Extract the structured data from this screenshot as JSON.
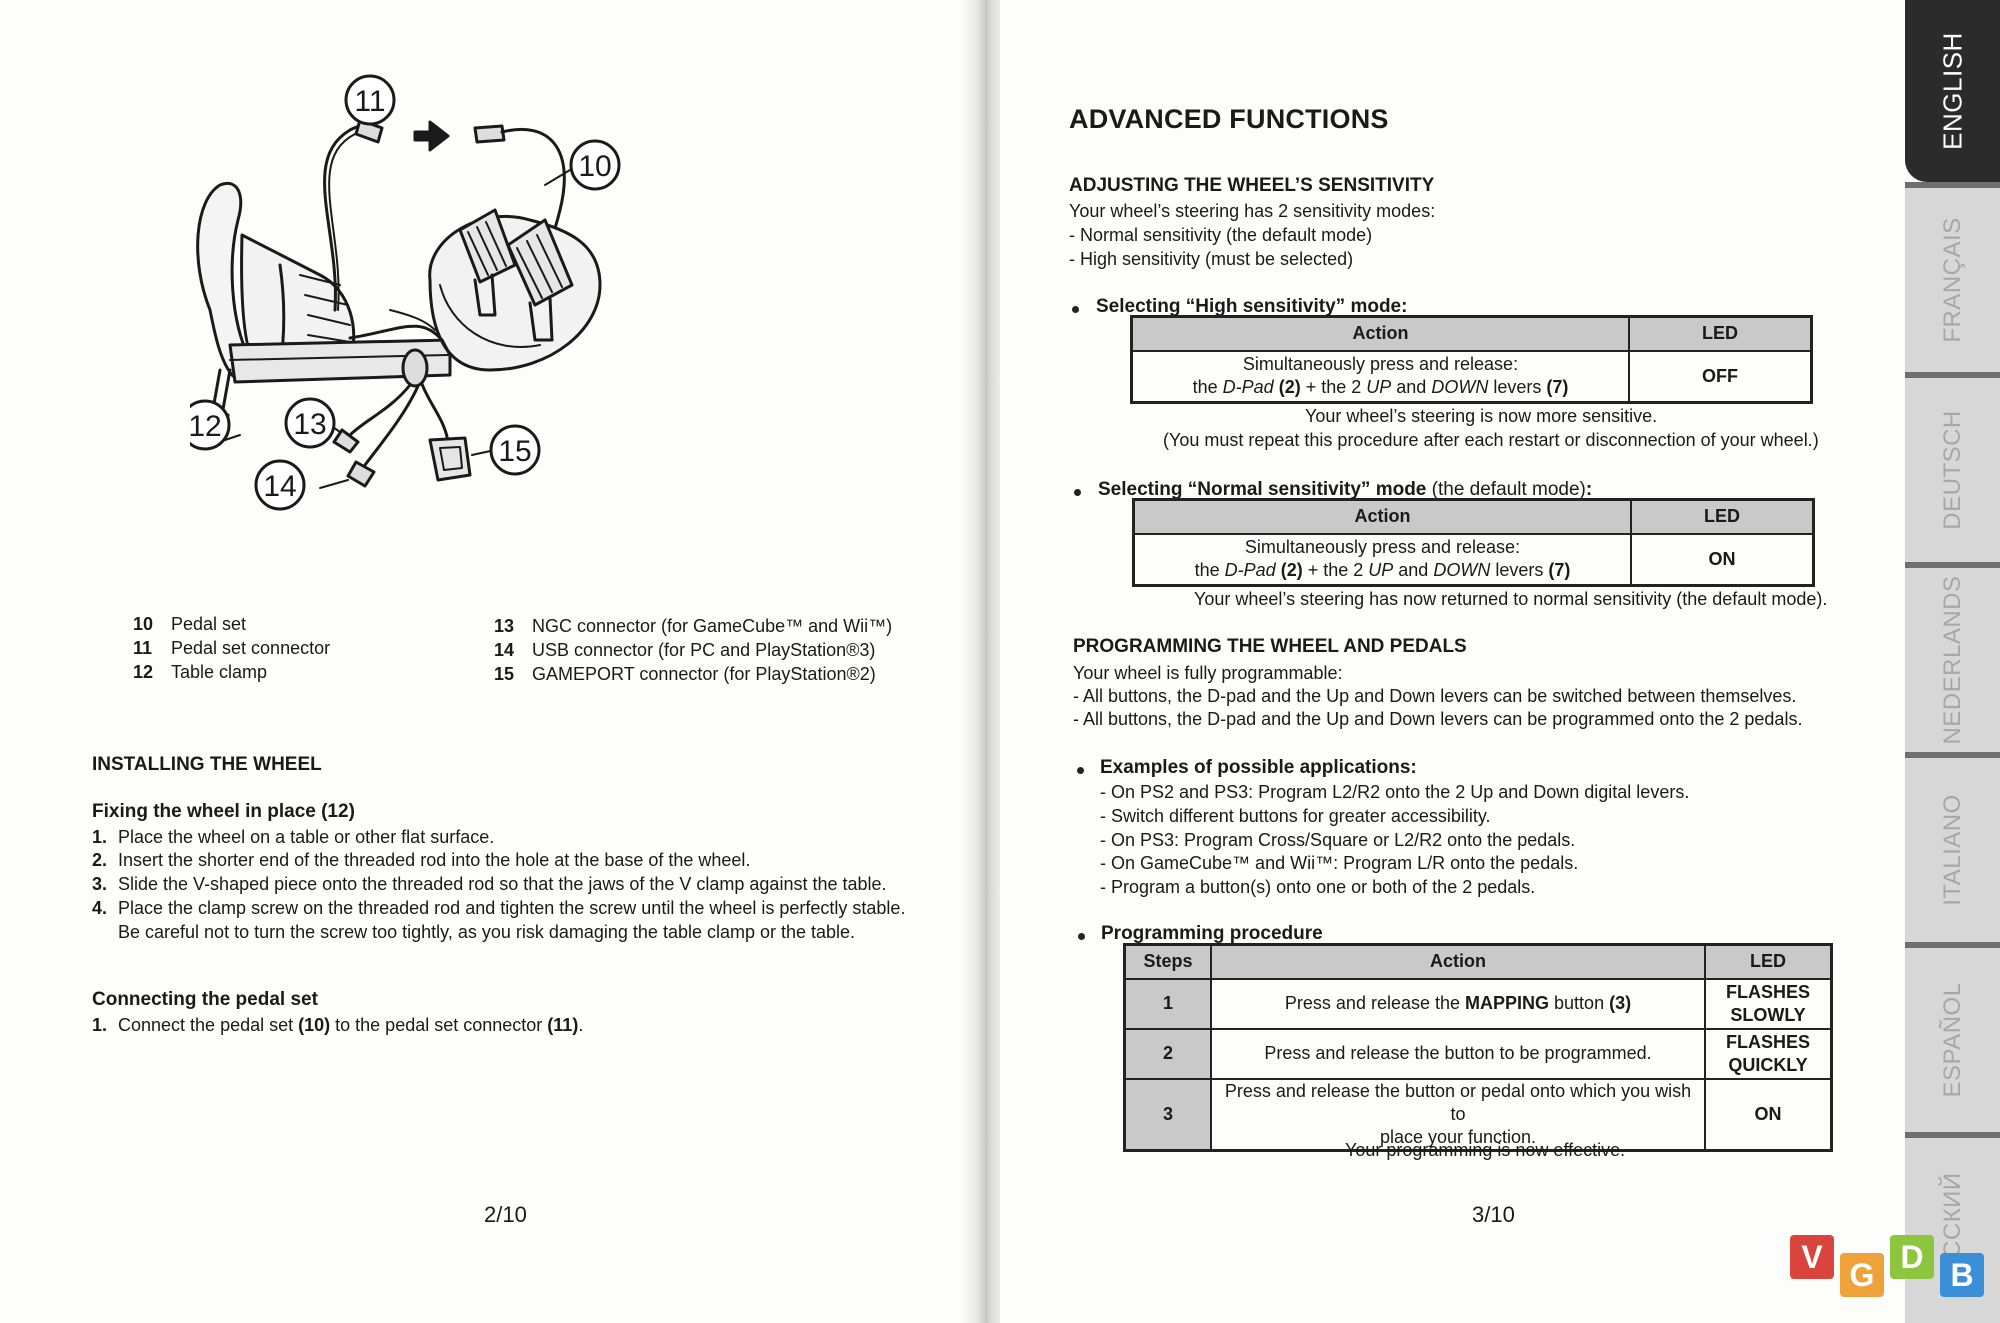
{
  "left_page": {
    "diagram": {
      "callouts": [
        "11",
        "10",
        "12",
        "13",
        "14",
        "15"
      ]
    },
    "legend": [
      {
        "num": "10",
        "label": "Pedal set"
      },
      {
        "num": "11",
        "label": "Pedal set connector"
      },
      {
        "num": "12",
        "label": "Table clamp"
      },
      {
        "num": "13",
        "label": "NGC connector (for GameCube™ and Wii™)"
      },
      {
        "num": "14",
        "label": "USB connector (for PC and PlayStation®3)"
      },
      {
        "num": "15",
        "label": "GAMEPORT connector (for PlayStation®2)"
      }
    ],
    "installing_heading": "INSTALLING THE WHEEL",
    "fixing_heading": "Fixing the wheel in place (12)",
    "fixing_steps": [
      {
        "num": "1.",
        "text": "Place the wheel on a table or other flat surface."
      },
      {
        "num": "2.",
        "text": "Insert the shorter end of the threaded rod into the hole at the base of the wheel."
      },
      {
        "num": "3.",
        "text": "Slide the V-shaped piece onto the threaded rod so that the jaws of the V clamp against the table."
      },
      {
        "num": "4.",
        "text": "Place the clamp screw on the threaded rod and tighten the screw until the wheel is perfectly stable."
      }
    ],
    "fixing_note": "Be careful not to turn the screw too tightly, as you risk damaging the table clamp or the table.",
    "pedal_heading": "Connecting the pedal set",
    "pedal_step_num": "1.",
    "pedal_step_a": "Connect the pedal set ",
    "pedal_step_b": "(10)",
    "pedal_step_c": " to the pedal set connector ",
    "pedal_step_d": "(11)",
    "pedal_step_e": ".",
    "page_number": "2/10"
  },
  "right_page": {
    "title": "ADVANCED FUNCTIONS",
    "sensitivity_heading": "ADJUSTING THE WHEEL’S SENSITIVITY",
    "sensitivity_lines": [
      "Your wheel’s steering has 2 sensitivity modes:",
      "- Normal sensitivity (the default mode)",
      "- High sensitivity (must be selected)"
    ],
    "high_heading": "Selecting “High sensitivity” mode:",
    "high_table": {
      "col_action": "Action",
      "col_led": "LED",
      "line1": "Simultaneously press and release:",
      "line2_a": "the ",
      "line2_b": "D-Pad",
      "line2_c": " (2)",
      "line2_d": " + the 2 ",
      "line2_e": "UP",
      "line2_f": " and ",
      "line2_g": "DOWN",
      "line2_h": " levers ",
      "line2_i": "(7)",
      "led": "OFF"
    },
    "high_after_1": "Your wheel’s steering is now more sensitive.",
    "high_after_2": "(You must repeat this procedure after each restart or disconnection of your wheel.)",
    "normal_heading": "Selecting “Normal sensitivity” mode",
    "normal_heading_suffix": " (the default mode)",
    "normal_heading_colon": ":",
    "normal_table": {
      "col_action": "Action",
      "col_led": "LED",
      "line1": "Simultaneously press and release:",
      "line2_a": "the ",
      "line2_b": "D-Pad",
      "line2_c": " (2)",
      "line2_d": " + the 2 ",
      "line2_e": "UP",
      "line2_f": " and ",
      "line2_g": "DOWN",
      "line2_h": " levers ",
      "line2_i": "(7)",
      "led": "ON"
    },
    "normal_after": "Your wheel’s steering has now returned to normal sensitivity (the default mode).",
    "programming_heading": "PROGRAMMING THE WHEEL AND PEDALS",
    "programming_lines": [
      "Your wheel is fully programmable:",
      "- All buttons, the D-pad and the Up and Down levers can be switched between themselves.",
      "- All buttons, the D-pad and the Up and Down levers can be programmed onto the 2 pedals."
    ],
    "examples_heading": "Examples of possible applications:",
    "examples": [
      "- On PS2 and PS3: Program L2/R2 onto the 2 Up and Down digital levers.",
      "- Switch different buttons for greater accessibility.",
      "- On PS3: Program Cross/Square or L2/R2 onto the pedals.",
      "- On GameCube™ and Wii™: Program L/R onto the pedals.",
      "- Program a button(s) onto one or both of the 2 pedals."
    ],
    "procedure_heading": "Programming procedure",
    "procedure_table": {
      "col_steps": "Steps",
      "col_action": "Action",
      "col_led": "LED",
      "rows": [
        {
          "step": "1",
          "action_a": "Press and release the ",
          "action_b": "MAPPING",
          "action_c": " button ",
          "action_d": "(3)",
          "led_1": "FLASHES",
          "led_2": "SLOWLY"
        },
        {
          "step": "2",
          "action": "Press and release the button to be programmed.",
          "led_1": "FLASHES",
          "led_2": "QUICKLY"
        },
        {
          "step": "3",
          "action_1": "Press and release the button or pedal onto which you wish to",
          "action_2": "place your function.",
          "led": "ON"
        }
      ]
    },
    "procedure_after": "Your programming is now effective.",
    "page_number": "3/10"
  },
  "language_tabs": [
    "ENGLISH",
    "FRANÇAIS",
    "DEUTSCH",
    "NEDERLANDS",
    "ITALIANO",
    "ESPAÑOL",
    "РУССКИЙ"
  ],
  "watermark": {
    "letters": [
      "V",
      "G",
      "D",
      "B"
    ],
    "colors": [
      "#d9453d",
      "#f0a23a",
      "#8cc63f",
      "#3a8fd6"
    ]
  }
}
